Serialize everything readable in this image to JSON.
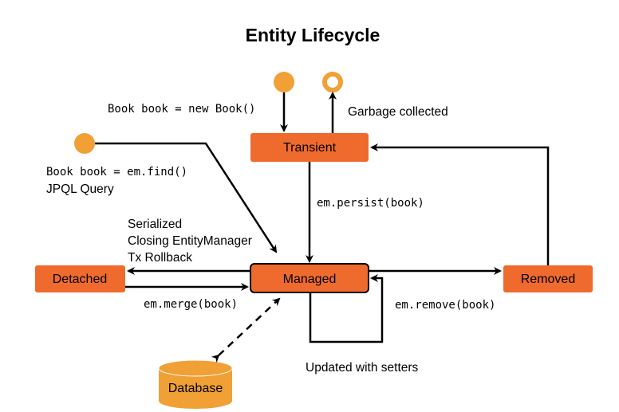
{
  "title": "Entity Lifecycle",
  "colors": {
    "state_fill": "#ef6a2d",
    "node_fill": "#f0a035",
    "database_fill": "#f0a035",
    "line": "#000000"
  },
  "states": {
    "transient": "Transient",
    "managed": "Managed",
    "detached": "Detached",
    "removed": "Removed",
    "database": "Database"
  },
  "labels": {
    "new_book": "Book book = new Book()",
    "garbage_collected": "Garbage collected",
    "find_line1": "Book book = em.find()",
    "find_line2": "JPQL Query",
    "persist": "em.persist(book)",
    "detach_line1": "Serialized",
    "detach_line2": "Closing EntityManager",
    "detach_line3": "Tx Rollback",
    "merge": "em.merge(book)",
    "remove": "em.remove(book)",
    "setters": "Updated with setters"
  }
}
